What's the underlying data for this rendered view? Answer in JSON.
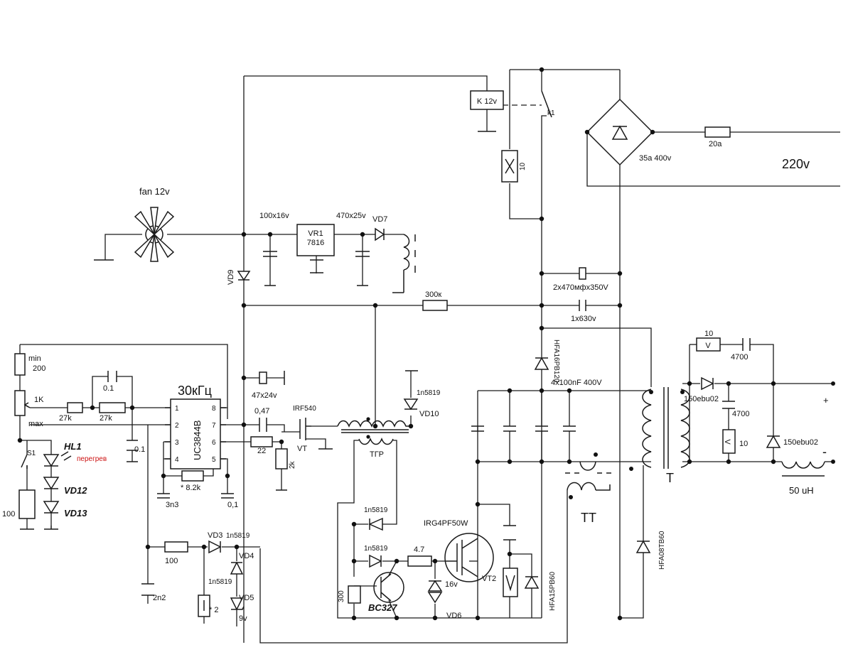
{
  "diagram": {
    "labels": {
      "fan": "fan 12v",
      "c100x16": "100x16v",
      "c470x25": "470x25v",
      "vr1": "VR1",
      "v7816": "7816",
      "vd7": "VD7",
      "vd9": "VD9",
      "relay": "K 12v",
      "k1": "k1",
      "r10": "10",
      "bridge": "35a 400v",
      "fuse": "20a",
      "mains": "220v",
      "cap_bank": "2x470мфх350V",
      "c1x630": "1x630v",
      "r300k": "300к",
      "hfa16": "HFA16PB120",
      "c4x100": "4x100nF 400V",
      "r10b": "10",
      "c4700a": "4700",
      "d150a": "150ebu02",
      "c4700b": "4700",
      "v_meter": "V",
      "r10c": "10",
      "d150b": "150ebu02",
      "plus": "+",
      "minus": "-",
      "choke": "50 uH",
      "T": "T",
      "TT": "TT",
      "hfa08": "HFA08TB60",
      "hfa15": "HFA15PB60",
      "igbt": "IRG4PF50W",
      "vt2": "VT2",
      "z16": "16v",
      "vd6": "VD6",
      "r47": "4.7",
      "d1n5819a": "1n5819",
      "d1n5819b": "1n5819",
      "r300": "300",
      "bc327": "BC327",
      "tgr": "ТГР",
      "irf540": "IRF540",
      "vt": "VT",
      "r2k": "2k",
      "c047": "0,47",
      "r22": "22",
      "c47x24": "47x24v",
      "uc": "UC3844B",
      "freq": "30кГц",
      "c01a": "0.1",
      "c01b": "0.1",
      "r27a": "27k",
      "r27b": "27k",
      "r1k": "1K",
      "rmin": "min",
      "r200": "200",
      "rmax": "max",
      "s1": "S1",
      "r100": "100",
      "hl1": "HL1",
      "overheat": "перегрев",
      "vd12": "VD12",
      "vd13": "VD13",
      "r82k": "* 8.2k",
      "c3n3": "3n3",
      "c01c": "0,1",
      "c2n2": "2n2",
      "r100b": "100",
      "vd3": "VD3",
      "d1n5819c": "1n5819",
      "vd4": "VD4",
      "d1n5819d": "1n5819",
      "vd5": "VD5",
      "z9v": "9v",
      "r2": "* 2",
      "vd10": "VD10",
      "d1n5819e": "1n5819",
      "p1": "1",
      "p2": "2",
      "p3": "3",
      "p4": "4",
      "p5": "5",
      "p6": "6",
      "p7": "7",
      "p8": "8"
    },
    "colors": {
      "overheat": "#cc1111",
      "ink": "#111111"
    }
  }
}
